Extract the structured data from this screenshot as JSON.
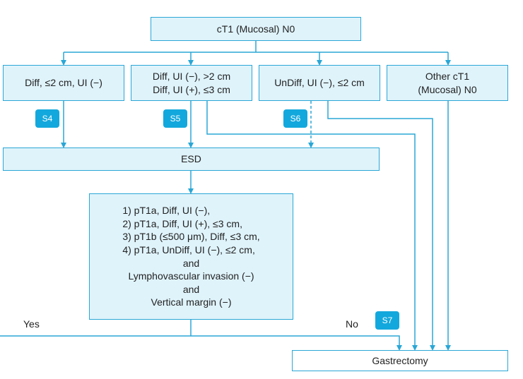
{
  "root": "cT1 (Mucosal) N0",
  "branches": {
    "diff_small": "Diff, ≤2 cm, UI (−)",
    "diff_mixed": [
      "Diff, UI (−), >2 cm",
      "Diff, UI (+), ≤3 cm"
    ],
    "undiff": "UnDiff, UI (−), ≤2 cm",
    "other": [
      "Other cT1",
      "(Mucosal) N0"
    ]
  },
  "esd": "ESD",
  "criteria": {
    "items": [
      "1) pT1a, Diff, UI (−),",
      "2) pT1a, Diff, UI (+), ≤3 cm,",
      "3) pT1b (≤500 μm), Diff, ≤3 cm,",
      "4) pT1a, UnDiff, UI (−), ≤2 cm,"
    ],
    "and_1": "and",
    "lvi": "Lymphovascular invasion (−)",
    "and_2": "and",
    "margin": "Vertical margin (−)"
  },
  "tags": [
    "S4",
    "S5",
    "S6",
    "S7"
  ],
  "yes": "Yes",
  "no": "No",
  "gastrectomy": "Gastrectomy",
  "colors": {
    "line": "#2aa7d6",
    "box_fill": "#dff3fb",
    "tag_fill": "#13a8dd"
  }
}
